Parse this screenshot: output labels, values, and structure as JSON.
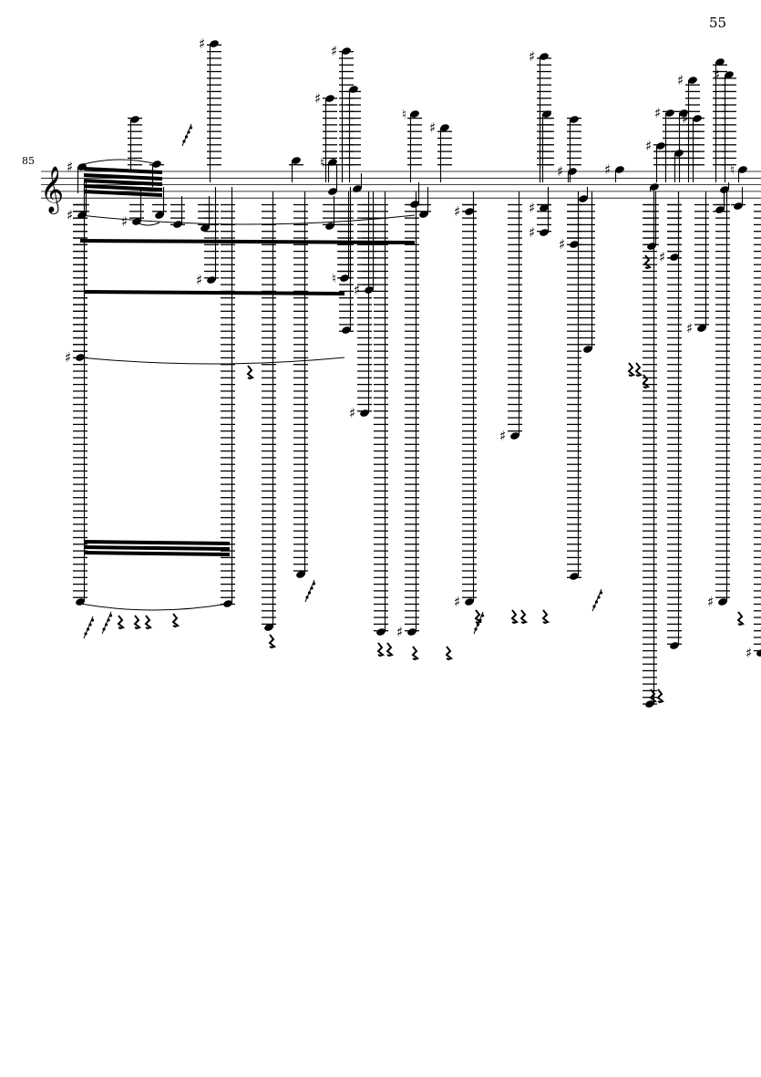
{
  "page": {
    "page_number": "55"
  },
  "system": {
    "measure_number": "85",
    "clef": "treble"
  },
  "colors": {
    "ink": "#000000",
    "background": "#ffffff"
  }
}
